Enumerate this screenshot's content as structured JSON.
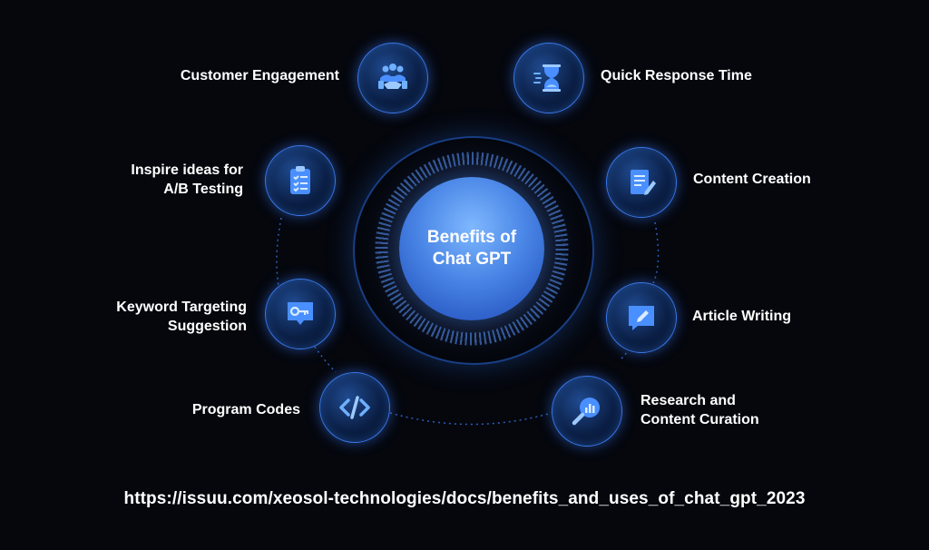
{
  "hub": {
    "line1": "Benefits of",
    "line2": "Chat GPT"
  },
  "benefits": [
    {
      "lines": [
        "Customer Engagement"
      ],
      "icon": "people-handshake-icon"
    },
    {
      "lines": [
        "Quick Response Time"
      ],
      "icon": "hourglass-icon"
    },
    {
      "lines": [
        "Inspire ideas for",
        "A/B Testing"
      ],
      "icon": "clipboard-checklist-icon"
    },
    {
      "lines": [
        "Content Creation"
      ],
      "icon": "document-pen-icon"
    },
    {
      "lines": [
        "Keyword Targeting",
        "Suggestion"
      ],
      "icon": "key-chat-bubble-icon"
    },
    {
      "lines": [
        "Article Writing"
      ],
      "icon": "edit-pencil-icon"
    },
    {
      "lines": [
        "Program Codes"
      ],
      "icon": "code-brackets-icon"
    },
    {
      "lines": [
        "Research and",
        "Content Curation"
      ],
      "icon": "magnifier-chart-icon"
    }
  ],
  "source_url": "https://issuu.com/xeosol-technologies/docs/benefits_and_uses_of_chat_gpt_2023",
  "colors": {
    "background": "#05070d",
    "accent": "#3a78e8",
    "hub": "#4a86e6",
    "text": "#ffffff"
  }
}
